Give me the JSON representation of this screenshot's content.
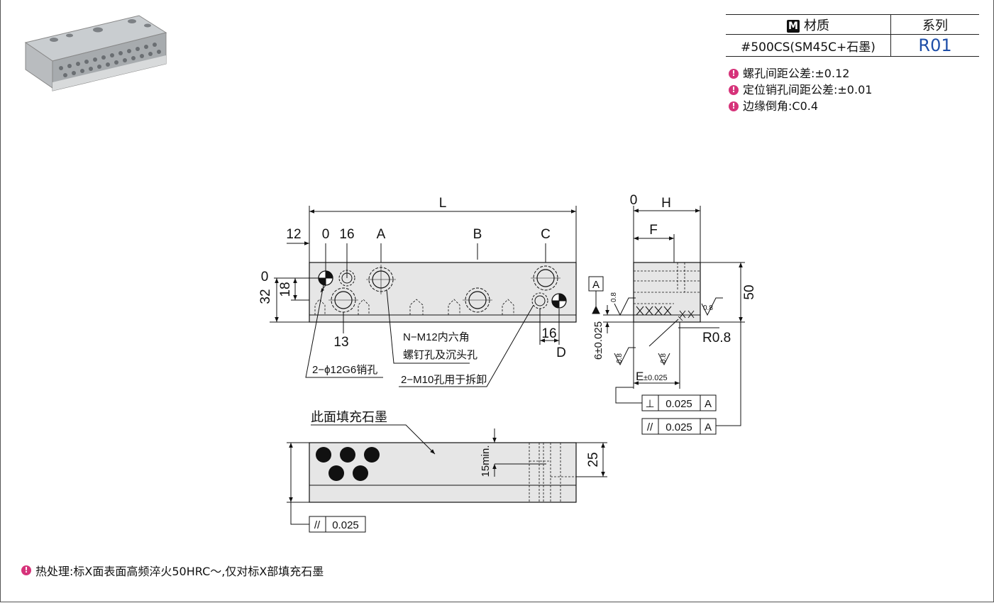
{
  "spec_table": {
    "material_header": "材质",
    "material_badge": "M",
    "series_header": "系列",
    "material_value": "#500CS(SM45C+石墨)",
    "series_value": "R01"
  },
  "notes": [
    "螺孔间距公差:±0.12",
    "定位销孔间距公差:±0.01",
    "边缘倒角:C0.4"
  ],
  "bottom_note": "热处理:标X面表面高频淬火50HRC～,仅对标X部填充石墨",
  "front_view": {
    "dim_L": "L",
    "dim_12": "12",
    "dim_0": "0",
    "dim_16": "16",
    "label_A": "A",
    "label_B": "B",
    "label_C": "C",
    "dim_0_left": "0",
    "dim_32": "32",
    "dim_18": "18",
    "dim_13": "13",
    "dim_16_right": "16",
    "label_D": "D",
    "callout_pin": "2−ϕ12G6销孔",
    "callout_screw_1": "N−M12内六角",
    "callout_screw_2": "螺钉孔及沉头孔",
    "callout_remove": "2−M10孔用于拆卸"
  },
  "side_view": {
    "dim_0": "0",
    "dim_H": "H",
    "dim_F": "F",
    "dim_50": "50",
    "datum": "A",
    "rough": "0.8",
    "radius": "R0.8",
    "dim_6": "6±0.025",
    "dim_E": "E",
    "dim_E_tol": "±0.025",
    "perp_sym": "⊥",
    "perp_val": "0.025",
    "perp_ref": "A",
    "par_sym": "//",
    "par_val": "0.025",
    "par_ref": "A"
  },
  "bottom_view": {
    "graphite_label": "此面填充石墨",
    "dim_15min": "15min.",
    "dim_25": "25",
    "par_sym": "//",
    "par_val": "0.025"
  }
}
